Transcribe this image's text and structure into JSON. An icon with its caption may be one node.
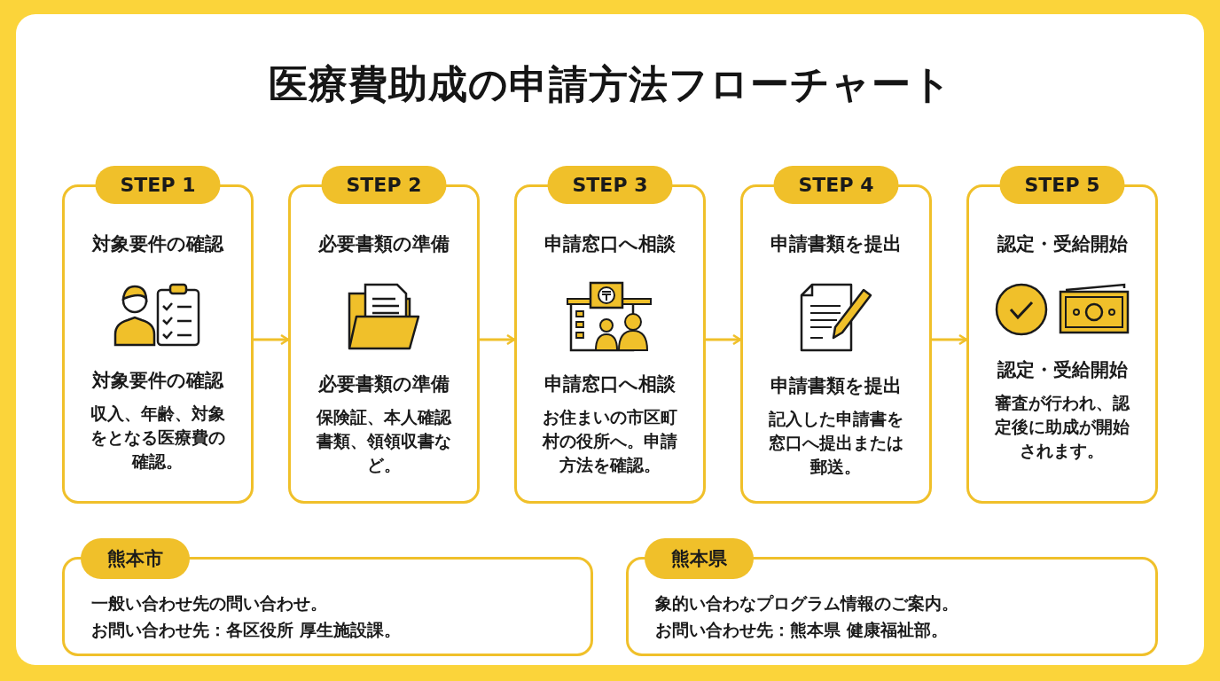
{
  "diagram": {
    "title": "医療費助成の申請方法フローチャート",
    "nodes": [
      {
        "text": [
          "STEP 1",
          "対象要件の確認",
          "対象要件の確認",
          "収入、年齢、対象をとなる医療費の確認。"
        ]
      },
      {
        "text": [
          "STEP 2",
          "必要書類の準備",
          "必要書類の準備",
          "保険証、本人確認書類、領領収書など。"
        ]
      },
      {
        "text": [
          "STEP 3",
          "申請窓口へ相談",
          "申請窓口へ相談",
          "お住まいの市区町村の役所へ。申請方法を確認。"
        ]
      },
      {
        "text": [
          "STEP 4",
          "申請書類を提出",
          "申請書類を提出",
          "記入した申請書を窓口へ提出または郵送。"
        ]
      },
      {
        "text": [
          "STEP 5",
          "認定・受給開始",
          "認定・受給開始",
          "審査が行われ、認定後に助成が開始されます。"
        ]
      },
      {
        "text": [
          "熊本市",
          "一般い合わせ先の問い合わせ。",
          "お問い合わせ先：各区役所 厚生施設課。"
        ]
      },
      {
        "text": [
          "熊本県",
          "象的い合わなプログラム情報のご案内。",
          "お問い合わせ先：熊本県 健康福祉部。"
        ]
      }
    ],
    "edges": [
      {
        "from": 0,
        "to": 1,
        "arrow": "to"
      },
      {
        "from": 1,
        "to": 2,
        "arrow": "to"
      },
      {
        "from": 2,
        "to": 3,
        "arrow": "to"
      },
      {
        "from": 3,
        "to": 4,
        "arrow": "to"
      }
    ]
  }
}
